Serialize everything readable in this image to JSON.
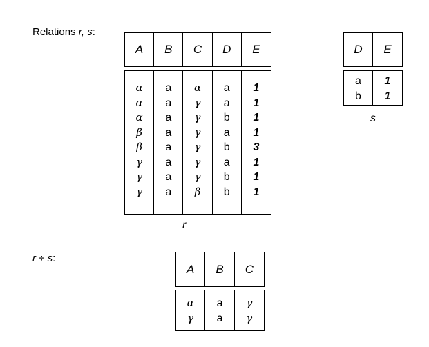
{
  "labels": {
    "relations_prefix": "Relations ",
    "relations_vars": "r, s",
    "relations_suffix": ":",
    "division_vars": "r ÷ s",
    "division_suffix": ":"
  },
  "tables": {
    "r": {
      "caption": "r",
      "headers": [
        "A",
        "B",
        "C",
        "D",
        "E"
      ],
      "columns": [
        [
          "α",
          "α",
          "α",
          "β",
          "β",
          "γ",
          "γ",
          "γ"
        ],
        [
          "a",
          "a",
          "a",
          "a",
          "a",
          "a",
          "a",
          "a"
        ],
        [
          "α",
          "γ",
          "γ",
          "γ",
          "γ",
          "γ",
          "γ",
          "β"
        ],
        [
          "a",
          "a",
          "b",
          "a",
          "b",
          "a",
          "b",
          "b"
        ],
        [
          "1",
          "1",
          "1",
          "1",
          "3",
          "1",
          "1",
          "1"
        ]
      ],
      "styles": [
        "greek",
        "plain",
        "greek",
        "plain",
        "num"
      ]
    },
    "s": {
      "caption": "s",
      "headers": [
        "D",
        "E"
      ],
      "columns": [
        [
          "a",
          "b"
        ],
        [
          "1",
          "1"
        ]
      ],
      "styles": [
        "plain",
        "num"
      ]
    },
    "result": {
      "headers": [
        "A",
        "B",
        "C"
      ],
      "columns": [
        [
          "α",
          "γ"
        ],
        [
          "a",
          "a"
        ],
        [
          "γ",
          "γ"
        ]
      ],
      "styles": [
        "greek",
        "plain",
        "greek"
      ]
    }
  }
}
